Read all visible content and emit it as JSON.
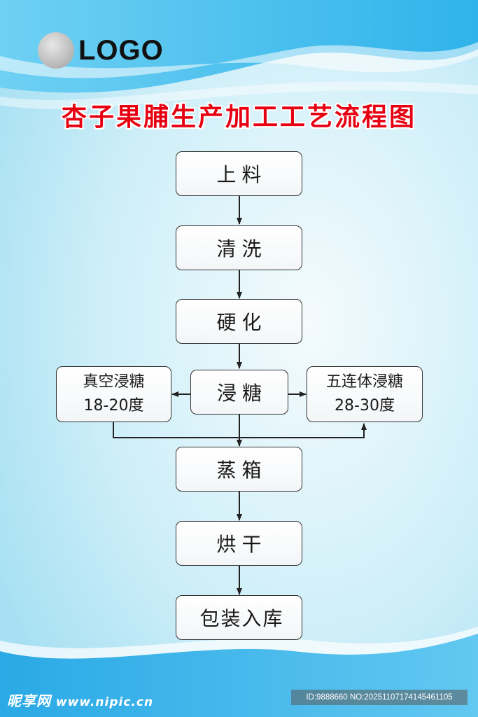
{
  "header": {
    "logo_text": "LOGO",
    "title": "杏子果脯生产加工工艺流程图"
  },
  "flow": {
    "steps": [
      "上料",
      "清洗",
      "硬化",
      "浸糖",
      "蒸箱",
      "烘干",
      "包装入库"
    ],
    "branch_left": {
      "line1": "真空浸糖",
      "line2": "18-20度"
    },
    "branch_right": {
      "line1": "五连体浸糖",
      "line2": "28-30度"
    }
  },
  "footer": {
    "watermark_cn": "昵享网",
    "watermark_url": "www.nipic.cn",
    "id_text": "ID:9888660 NO:20251107174145461105"
  }
}
